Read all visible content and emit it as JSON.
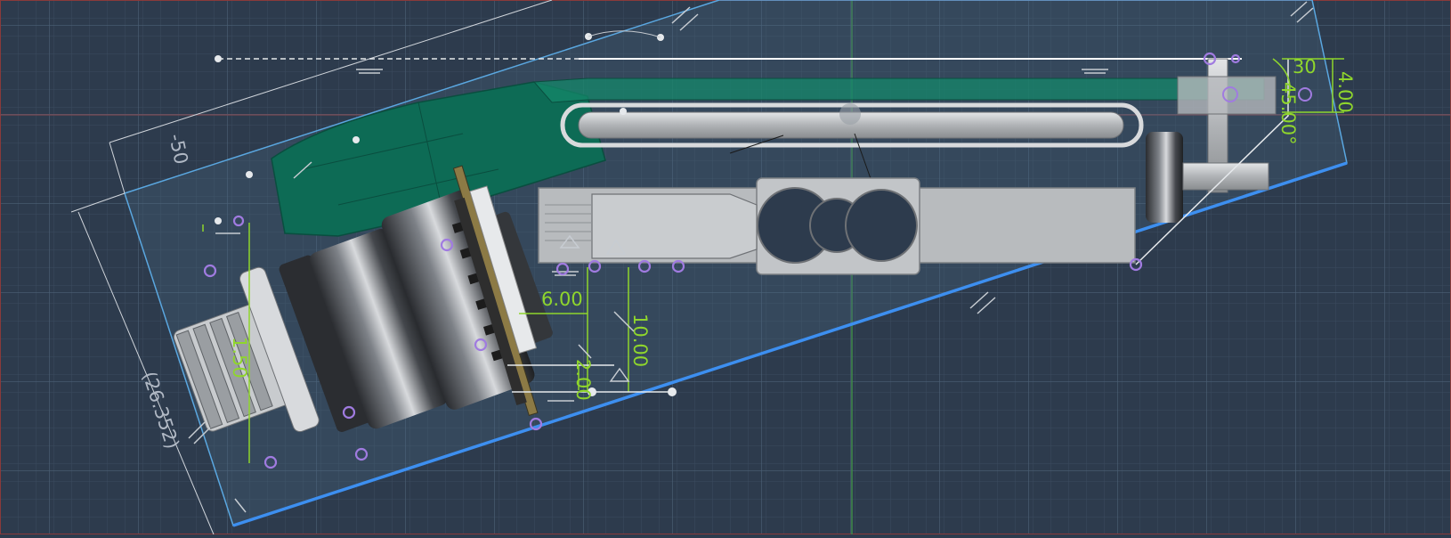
{
  "viewport": {
    "background": "#2d3b4d",
    "grid_minor": "#3a4a5c",
    "grid_major": "#4a5d71",
    "accent_blue": "#3d8ff0",
    "constraint_green": "#8fd62c",
    "sketch_point": "#a07be0",
    "body_green": "#0d6b55",
    "body_grey": "#b5b8bb"
  },
  "dimensions": {
    "offset_50": "-50",
    "width_26352": "(26.352)",
    "d_6": "6.00",
    "d_10": "10.00",
    "d_2": "2.00",
    "d_150": "1.50",
    "d_4": "4.00",
    "d_30": "30",
    "d_45": "45.00°"
  }
}
